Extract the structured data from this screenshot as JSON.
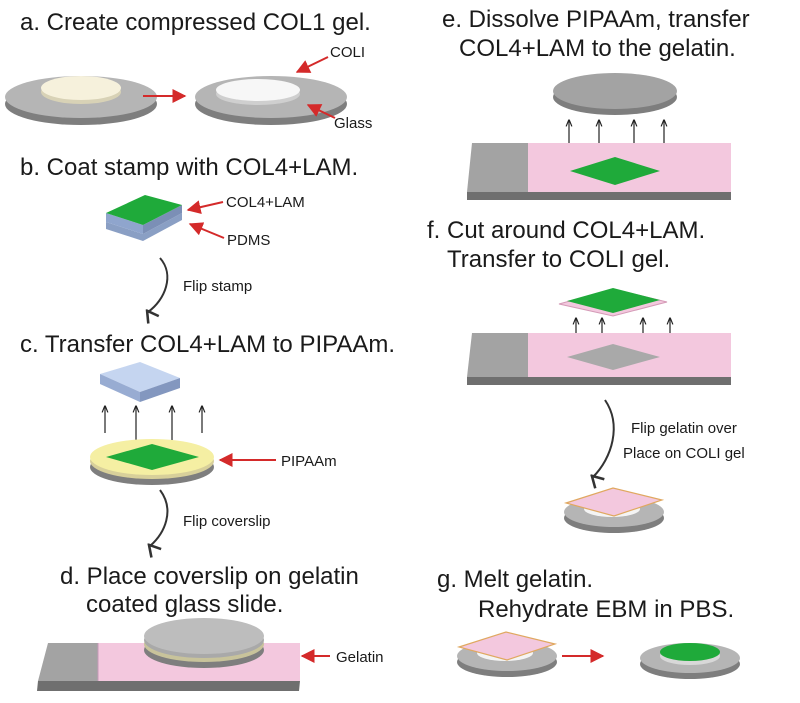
{
  "steps": {
    "a": {
      "title": "a. Create compressed COL1 gel.",
      "label_top": "COLI",
      "label_bottom": "Glass"
    },
    "b": {
      "title": "b. Coat stamp with COL4+LAM.",
      "label_top": "COL4+LAM",
      "label_bottom": "PDMS",
      "arrow_caption": "Flip stamp"
    },
    "c": {
      "title": "c. Transfer COL4+LAM to PIPAAm.",
      "label": "PIPAAm",
      "arrow_caption": "Flip coverslip"
    },
    "d": {
      "title_line1": "d. Place coverslip on gelatin",
      "title_line2": "coated glass slide.",
      "label": "Gelatin"
    },
    "e": {
      "title_line1": "e. Dissolve PIPAAm, transfer",
      "title_line2": "COL4+LAM to the gelatin."
    },
    "f": {
      "title_line1": "f. Cut around COL4+LAM.",
      "title_line2": "Transfer to COLI gel.",
      "arrow_caption_line1": "Flip gelatin over",
      "arrow_caption_line2": "Place on COLI gel"
    },
    "g": {
      "title_line1": "g. Melt gelatin.",
      "title_line2": "Rehydrate EBM in PBS."
    }
  },
  "colors": {
    "glass": "#9a9a9a",
    "glass_top": "#c8c8c8",
    "gel": "#f5f0dc",
    "white_gel": "#f4f4f4",
    "green": "#1faa3a",
    "pdms": "#b4c8e8",
    "pipaam": "#f3eea0",
    "pink": "#f3c8de",
    "arrow_red": "#d42a2a"
  }
}
